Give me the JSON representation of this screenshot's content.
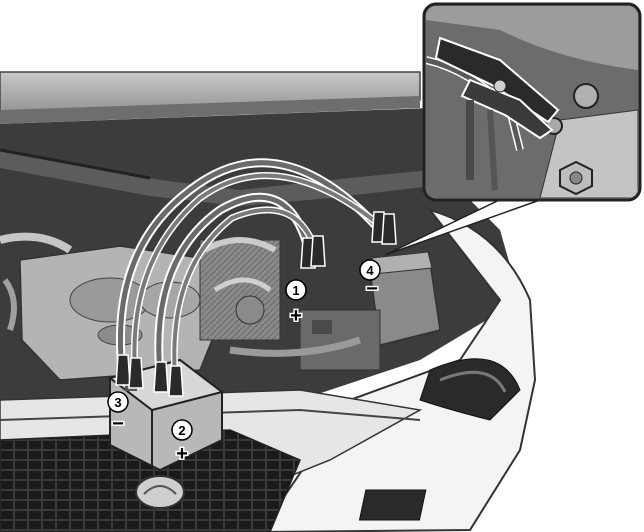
{
  "markers": [
    {
      "id": "1",
      "number": "1",
      "sign": "+"
    },
    {
      "id": "2",
      "number": "2",
      "sign": "+"
    },
    {
      "id": "3",
      "number": "3",
      "sign": "−"
    },
    {
      "id": "4",
      "number": "4",
      "sign": "−"
    }
  ],
  "colors": {
    "cable": "#6a6a6a",
    "cable_outline": "#ffffff",
    "engine_dark": "#4a4a4a",
    "engine_mid": "#7d7d7d",
    "engine_light": "#b9b9b9",
    "body_white": "#f2f2f2",
    "marker_fill": "#ffffff",
    "marker_stroke": "#000000"
  },
  "icons": [
    "jumper-cable-clamp-icon",
    "battery-icon",
    "engine-icon",
    "detail-inset-icon"
  ]
}
